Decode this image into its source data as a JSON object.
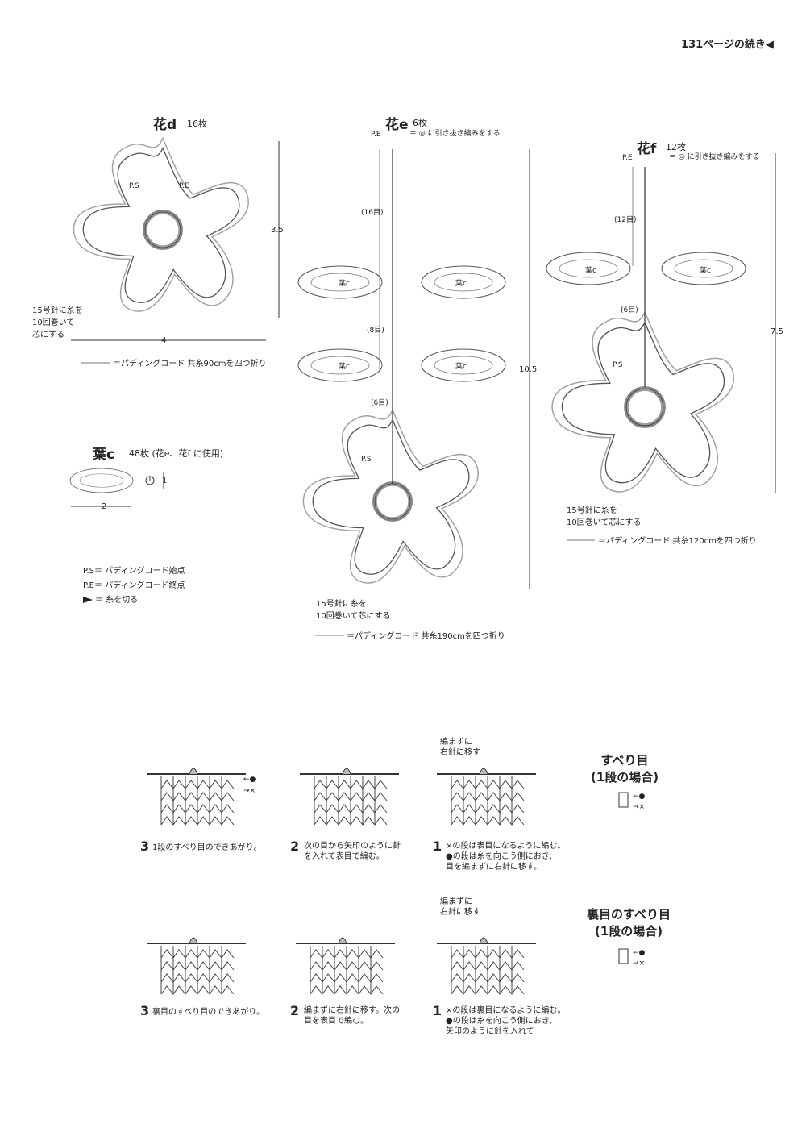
{
  "header": {
    "page_continued": "131ページの続き"
  },
  "flower_d": {
    "title": "花d",
    "count": "16枚",
    "ps_label": "P.S",
    "pe_label": "P.E",
    "height": "3.5",
    "width": "4",
    "core_note": "15号針に糸を\n10回巻いて\n芯にする",
    "cord_note": "＝パディングコード 共糸90cmを四つ折り"
  },
  "flower_e": {
    "title": "花e",
    "count": "6枚",
    "slip_note": "＝ ◎ に引き抜き編みをする",
    "pe_label": "P.E",
    "ps_label": "P.S",
    "stem_1": "(16目)",
    "stem_2": "(8目)",
    "stem_3": "(6目)",
    "leaf_label": "葉c",
    "height": "10.5",
    "core_note": "15号針に糸を\n10回巻いて芯にする",
    "cord_note": "＝パディングコード 共糸190cmを四つ折り"
  },
  "flower_f": {
    "title": "花f",
    "count": "12枚",
    "slip_note": "＝ ◎ に引き抜き編みをする",
    "pe_label": "P.E",
    "ps_label": "P.S",
    "stem_1": "(12目)",
    "stem_2": "(6目)",
    "leaf_label": "葉c",
    "height": "7.5",
    "core_note": "15号針に糸を\n10回巻いて芯にする",
    "cord_note": "＝パディングコード 共糸120cmを四つ折り"
  },
  "leaf_c": {
    "title": "葉c",
    "count": "48枚 (花e、花f に使用)",
    "width": "2",
    "height": "1",
    "row_marker": "1"
  },
  "legend": {
    "ps": "P.S＝ パディングコード始点",
    "pe": "P.E＝ パディングコード終点",
    "cut": "＝ 糸を切る"
  },
  "knit_rows": [
    {
      "technique_title": "すべり目\n(1段の場合)",
      "steps": [
        {
          "num": "3",
          "text": "1段のすべり目のできあがり。"
        },
        {
          "num": "2",
          "text": "次の目から矢印のように針\nを入れて表目で編む。"
        },
        {
          "num": "1",
          "text": "×の段は表目になるように編む。\n●の段は糸を向こう側におき、\n目を編まずに右針に移す。"
        }
      ],
      "callout": "編まずに\n右針に移す"
    },
    {
      "technique_title": "裏目のすべり目\n(1段の場合)",
      "steps": [
        {
          "num": "3",
          "text": "裏目のすべり目のできあがり。"
        },
        {
          "num": "2",
          "text": "編まずに右針に移す。次の\n目を表目で編む。"
        },
        {
          "num": "1",
          "text": "×の段は裏目になるように編む。\n●の段は糸を向こう側におき、\n矢印のように針を入れて"
        }
      ],
      "callout": "編まずに\n右針に移す"
    }
  ],
  "row_symbols": {
    "dot_row": "←●",
    "cross_row": "→×"
  },
  "colors": {
    "ink": "#222222",
    "grey_fill": "#bbbbbb"
  }
}
